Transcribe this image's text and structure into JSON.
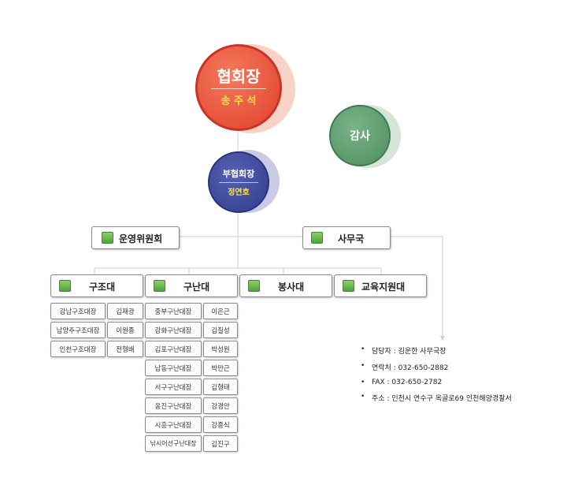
{
  "president": {
    "title": "협회장",
    "name": "송 주 석"
  },
  "auditor": {
    "title": "감사"
  },
  "vice_president": {
    "title": "부협회장",
    "name": "정연호"
  },
  "committee": {
    "label": "운영위원회"
  },
  "office": {
    "label": "사무국"
  },
  "departments": [
    {
      "label": "구조대"
    },
    {
      "label": "구난대"
    },
    {
      "label": "봉사대"
    },
    {
      "label": "교육지원대"
    }
  ],
  "rescue_units": [
    {
      "unit": "강남구조대장",
      "name": "김재광"
    },
    {
      "unit": "남양주구조대장",
      "name": "이원종"
    },
    {
      "unit": "인천구조대장",
      "name": "전형배"
    }
  ],
  "salvage_units": [
    {
      "unit": "중부구난대장",
      "name": "이은근"
    },
    {
      "unit": "강화구난대장",
      "name": "김칠성"
    },
    {
      "unit": "김포구난대장",
      "name": "박성원"
    },
    {
      "unit": "남동구난대장",
      "name": "박만근"
    },
    {
      "unit": "서구구난대장",
      "name": "김형태"
    },
    {
      "unit": "옹진구난대장",
      "name": "강경안"
    },
    {
      "unit": "시흥구난대장",
      "name": "강종식"
    },
    {
      "unit": "낚시어선구난대장",
      "name": "김진구"
    }
  ],
  "office_info": [
    "담당자 : 김운한 사무국장",
    "연락처 : 032-650-2882",
    "FAX : 032-650-2782",
    "주소 : 인천시 연수구 옥골로69 인천해양경찰서"
  ],
  "colors": {
    "president": "#e4523a",
    "auditor": "#5f9e70",
    "vice_president": "#3b4599",
    "accent_text": "#ffe14a",
    "box_icon": "#6cbf4f"
  }
}
